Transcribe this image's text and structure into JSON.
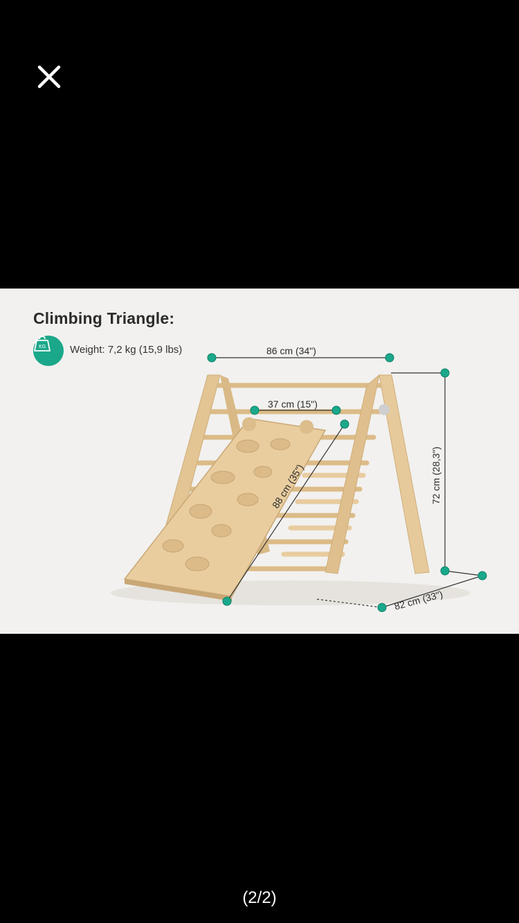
{
  "viewer": {
    "close_icon": "close-icon",
    "counter": "(2/2)"
  },
  "photo": {
    "title": "Climbing Triangle:",
    "weight_badge_text": "KG",
    "weight_label": "Weight: 7,2 kg (15,9 lbs)",
    "dimensions": {
      "top_width": "86 cm (34\")",
      "ramp_width": "37 cm (15\")",
      "ramp_length": "88 cm (35\")",
      "height": "72 cm (28,3\")",
      "depth": "82 cm (33\")"
    },
    "colors": {
      "accent": "#1ba88a",
      "wood": "#e4c79a",
      "background": "#f2f1ef"
    }
  }
}
